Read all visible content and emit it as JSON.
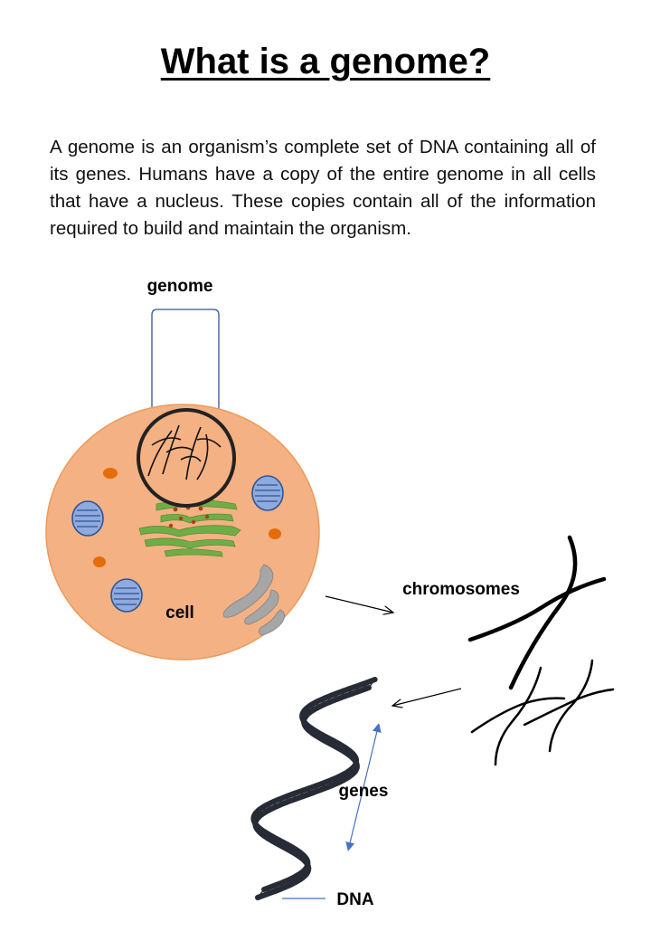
{
  "title": "What is a genome?",
  "intro": "A genome is an organism’s complete set of DNA containing all of its genes. Humans have a copy of the entire genome in all cells that have a nucleus. These copies contain all of the information required to build and maintain the organism.",
  "labels": {
    "genome": "genome",
    "cell": "cell",
    "chromosomes": "chromosomes",
    "genes": "genes",
    "dna": "DNA"
  },
  "colors": {
    "cytoplasm": "#f4b183",
    "cell_border": "#ed9a5a",
    "nucleus_border": "#222222",
    "golgi": "#70ad47",
    "mitochondrion": "#8faadc",
    "mito_border": "#2f5597",
    "vesicle": "#e46c0a",
    "er": "#a6a6a6",
    "bracket": "#2f5597",
    "dna_backbone": "#262b36",
    "arrow_blue": "#4472c4"
  }
}
